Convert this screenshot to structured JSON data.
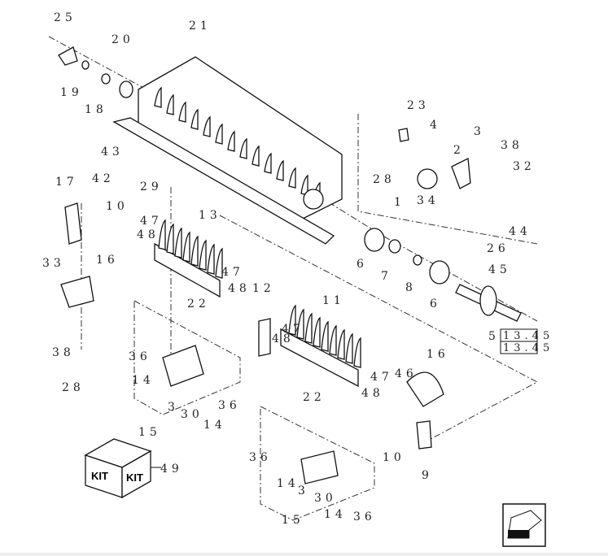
{
  "labels": [
    "25",
    "20",
    "21",
    "19",
    "18",
    "23",
    "4",
    "3",
    "2",
    "38",
    "32",
    "28",
    "1",
    "34",
    "44",
    "43",
    "29",
    "17",
    "42",
    "10",
    "13",
    "47",
    "48",
    "47",
    "48",
    "33",
    "16",
    "22",
    "26",
    "45",
    "6",
    "7",
    "8",
    "6",
    "5",
    "12",
    "11",
    "47",
    "48",
    "38",
    "36",
    "14",
    "36",
    "3",
    "30",
    "14",
    "15",
    "28",
    "16",
    "46",
    "47",
    "48",
    "22",
    "10",
    "9",
    "49",
    "36",
    "14",
    "3",
    "30",
    "14",
    "36",
    "15"
  ],
  "reference_boxes": [
    "13.45",
    "13.45"
  ],
  "kit_label": "KIT",
  "nav_icon": "back-arrow-icon"
}
